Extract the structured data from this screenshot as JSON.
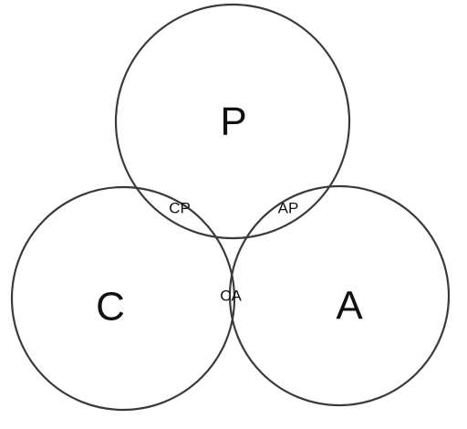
{
  "diagram": {
    "sets": [
      {
        "key": "p",
        "label": "P"
      },
      {
        "key": "c",
        "label": "C"
      },
      {
        "key": "a",
        "label": "A"
      }
    ],
    "intersections": [
      {
        "key": "cp",
        "label": "CP"
      },
      {
        "key": "ap",
        "label": "AP"
      },
      {
        "key": "ca",
        "label": "CA"
      }
    ],
    "stroke_color": "#3a3a3a",
    "text_color": "#111111",
    "background": "#ffffff"
  }
}
